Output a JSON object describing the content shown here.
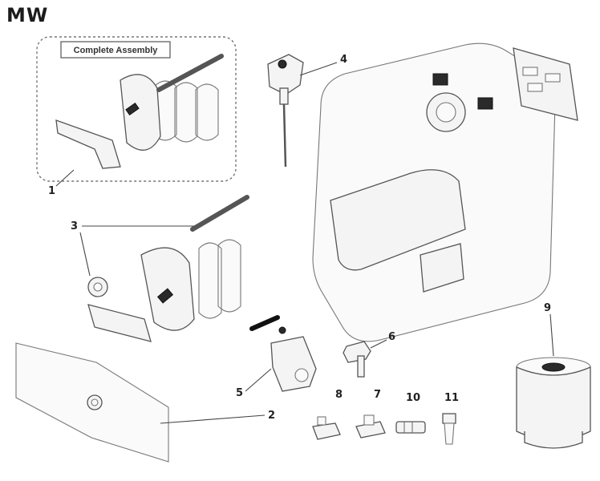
{
  "diagram": {
    "title": "MW",
    "inset_title": "Complete Assembly",
    "callouts": [
      "1",
      "2",
      "3",
      "4",
      "5",
      "6",
      "7",
      "8",
      "9",
      "10",
      "11"
    ]
  },
  "colors": {
    "ink": "#222222",
    "part_fill": "#f4f4f4",
    "outline": "#555555"
  }
}
